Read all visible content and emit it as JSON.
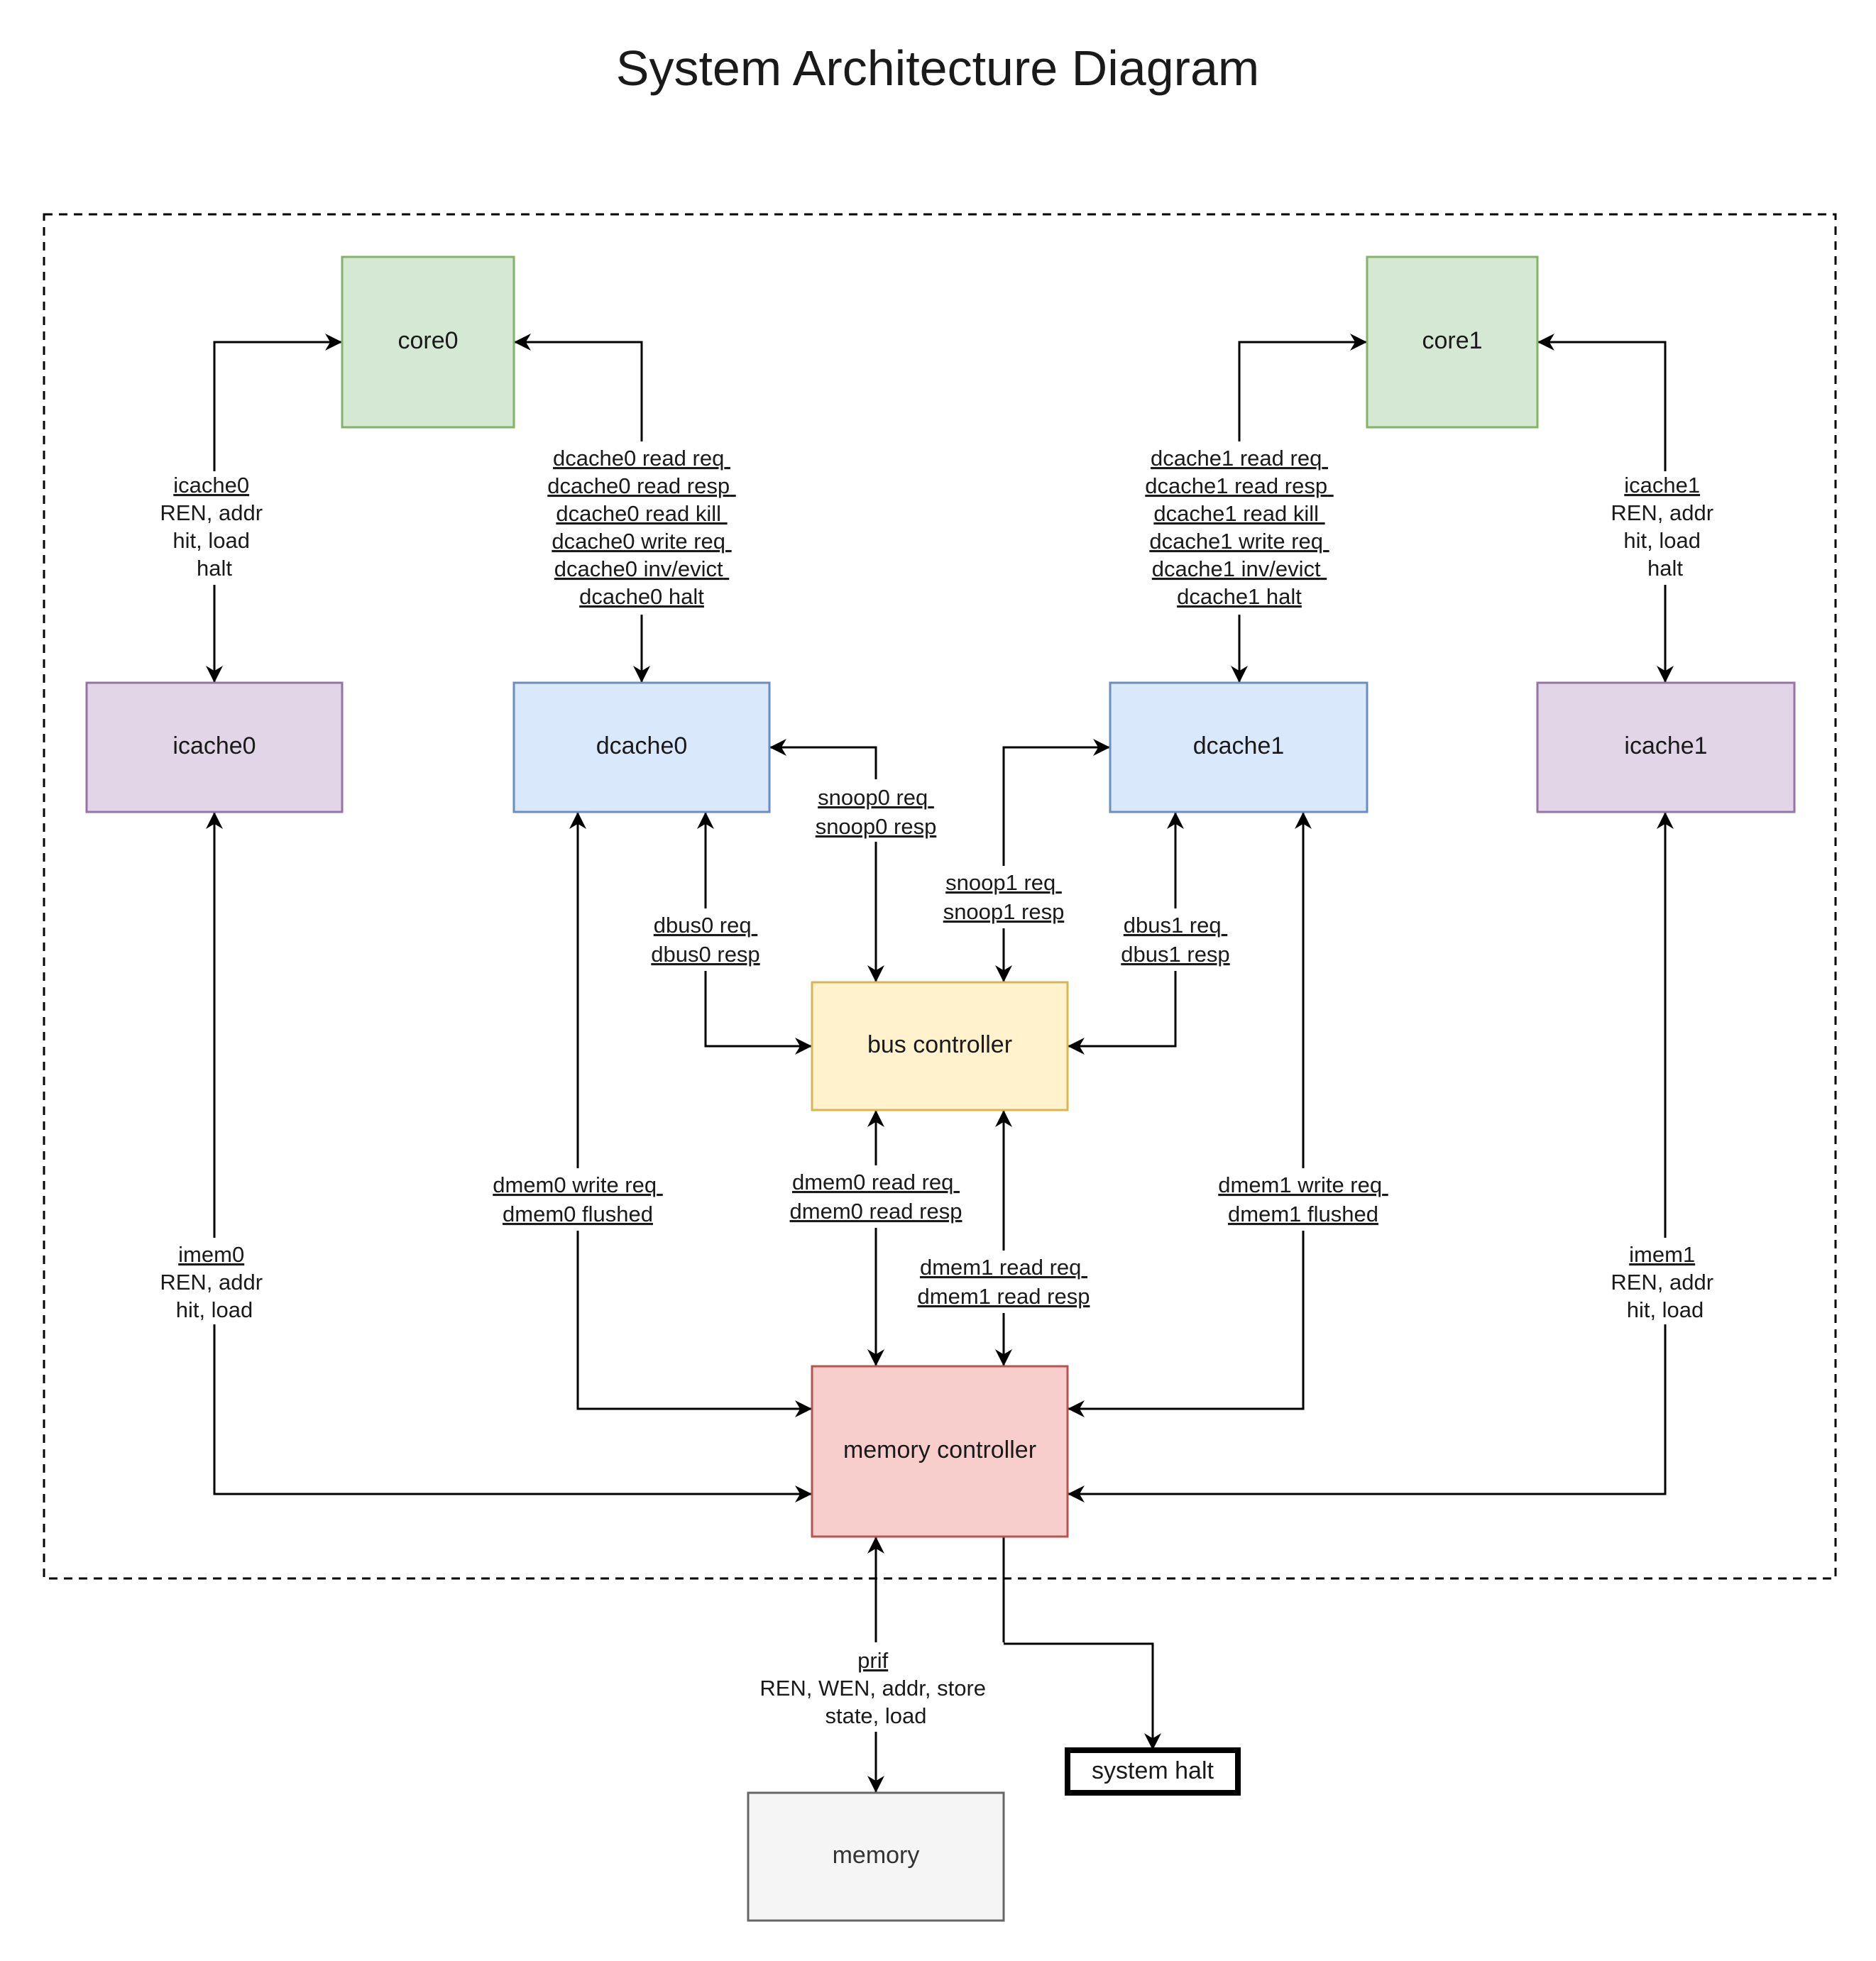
{
  "title": "System Architecture Diagram",
  "colors": {
    "green_fill": "#d5e8d4",
    "green_stroke": "#82b366",
    "purple_fill": "#e1d5e7",
    "purple_stroke": "#9673a6",
    "blue_fill": "#dae8fc",
    "blue_stroke": "#6c8ebf",
    "yellow_fill": "#fff2cc",
    "yellow_stroke": "#d6b656",
    "red_fill": "#f8cecc",
    "red_stroke": "#b85450",
    "gray_fill": "#f5f5f5",
    "gray_stroke": "#666666",
    "line": "#000000"
  },
  "nodes": {
    "core0": "core0",
    "core1": "core1",
    "icache0": "icache0",
    "icache1": "icache1",
    "dcache0": "dcache0",
    "dcache1": "dcache1",
    "bus_controller": "bus controller",
    "memory_controller": "memory controller",
    "memory": "memory",
    "system_halt": "system halt"
  },
  "labels": {
    "icache0": {
      "head": "icache0",
      "lines": [
        "REN, addr",
        "hit, load",
        "halt"
      ]
    },
    "icache1": {
      "head": "icache1",
      "lines": [
        "REN, addr",
        "hit, load",
        "halt"
      ]
    },
    "dcache0": [
      "dcache0 read req",
      "dcache0 read resp",
      "dcache0 read kill",
      "dcache0 write req",
      "dcache0 inv/evict",
      "dcache0 halt"
    ],
    "dcache1": [
      "dcache1 read req",
      "dcache1 read resp",
      "dcache1 read kill",
      "dcache1 write req",
      "dcache1 inv/evict",
      "dcache1 halt"
    ],
    "snoop0": [
      "snoop0 req",
      "snoop0 resp"
    ],
    "snoop1": [
      "snoop1 req",
      "snoop1 resp"
    ],
    "dbus0": [
      "dbus0 req",
      "dbus0 resp"
    ],
    "dbus1": [
      "dbus1 req",
      "dbus1 resp"
    ],
    "dmem0_write": [
      "dmem0 write req",
      "dmem0 flushed"
    ],
    "dmem1_write": [
      "dmem1 write req",
      "dmem1 flushed"
    ],
    "dmem0_read": [
      "dmem0 read req",
      "dmem0 read resp"
    ],
    "dmem1_read": [
      "dmem1 read req",
      "dmem1 read resp"
    ],
    "imem0": {
      "head": "imem0",
      "lines": [
        "REN, addr",
        "hit, load"
      ]
    },
    "imem1": {
      "head": "imem1",
      "lines": [
        "REN, addr",
        "hit, load"
      ]
    },
    "prif": {
      "head": "prif",
      "lines": [
        "REN, WEN, addr, store",
        "state, load"
      ]
    }
  }
}
